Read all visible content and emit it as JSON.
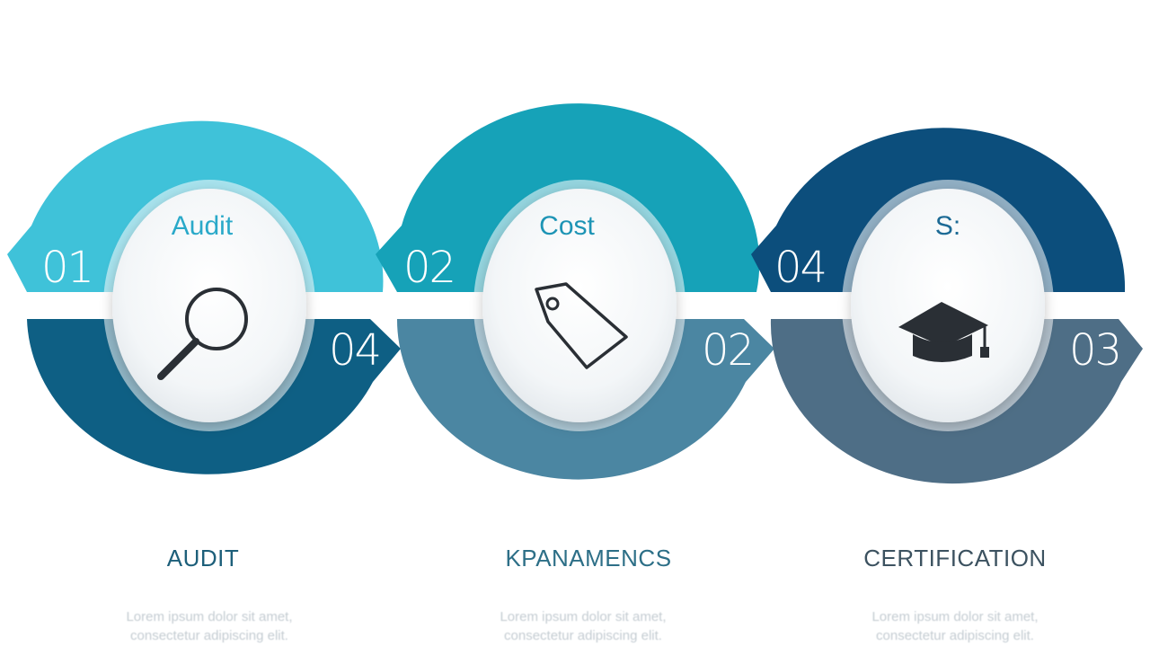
{
  "steps": [
    {
      "card_title": "Audit",
      "top_number": "01",
      "bottom_number": "04",
      "icon": "magnifier-icon",
      "caption": "AUDIT",
      "description": "Lorem ipsum dolor sit amet, consectetur adipiscing elit.",
      "colors": {
        "top": "#3fc2d9",
        "bottom": "#0e5f84",
        "title": "#2aa9c9",
        "caption": "#1d5f7a"
      }
    },
    {
      "card_title": "Cost",
      "top_number": "02",
      "bottom_number": "02",
      "icon": "price-tag-icon",
      "caption": "KPANAMENCS",
      "description": "Lorem ipsum dolor sit amet, consectetur adipiscing elit.",
      "colors": {
        "top": "#16a2b8",
        "bottom": "#4b86a2",
        "title": "#1d94b5",
        "caption": "#2d6f87"
      }
    },
    {
      "card_title": "S:",
      "top_number": "04",
      "bottom_number": "03",
      "icon": "graduation-cap-icon",
      "caption": "CERTIFICATION",
      "description": "Lorem ipsum dolor sit amet, consectetur adipiscing elit.",
      "colors": {
        "top": "#0c4e7c",
        "bottom": "#4e6e86",
        "title": "#1c6a95",
        "caption": "#3c5260"
      }
    }
  ]
}
